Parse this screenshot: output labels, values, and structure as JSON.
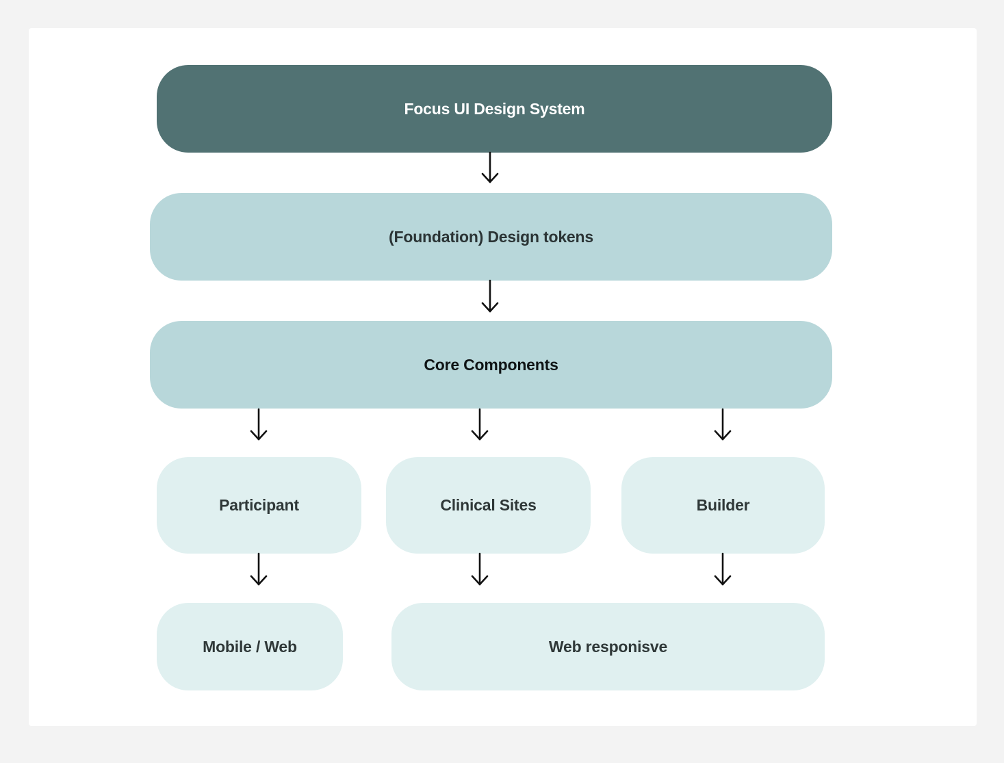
{
  "diagram": {
    "nodes": {
      "design_system": "Focus UI Design System",
      "design_tokens": "(Foundation) Design tokens",
      "core_components": "Core Components",
      "participant": "Participant",
      "clinical_sites": "Clinical Sites",
      "builder": "Builder",
      "mobile_web": "Mobile / Web",
      "web_responsive": "Web responisve"
    },
    "edges": [
      {
        "from": "design_system",
        "to": "design_tokens"
      },
      {
        "from": "design_tokens",
        "to": "core_components"
      },
      {
        "from": "core_components",
        "to": "participant"
      },
      {
        "from": "core_components",
        "to": "clinical_sites"
      },
      {
        "from": "core_components",
        "to": "builder"
      },
      {
        "from": "participant",
        "to": "mobile_web"
      },
      {
        "from": "clinical_sites",
        "to": "web_responsive"
      },
      {
        "from": "builder",
        "to": "web_responsive"
      }
    ],
    "colors": {
      "top_node": "#517273",
      "mid_nodes": "#b8d7da",
      "leaf_nodes": "#e0f0f0",
      "background": "#f3f3f3",
      "canvas": "#ffffff"
    }
  }
}
